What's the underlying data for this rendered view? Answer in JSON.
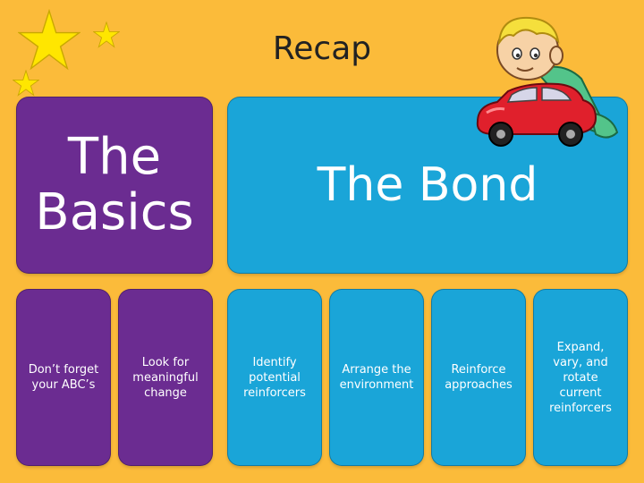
{
  "slide": {
    "title": "Recap",
    "basics_title": "The Basics",
    "bond_title": "The Bond",
    "basics_items": [
      "Don’t forget your ABC’s",
      "Look for meaningful change"
    ],
    "bond_items": [
      "Identify potential reinforcers",
      "Arrange the environment",
      "Reinforce approaches",
      "Expand, vary, and rotate current reinforcers"
    ]
  },
  "colors": {
    "background": "#fbbb3a",
    "purple": "#6b2c91",
    "blue": "#1aa5d8",
    "star": "#ffe600"
  },
  "icons": [
    "star-icon",
    "boy-with-car-illustration"
  ]
}
